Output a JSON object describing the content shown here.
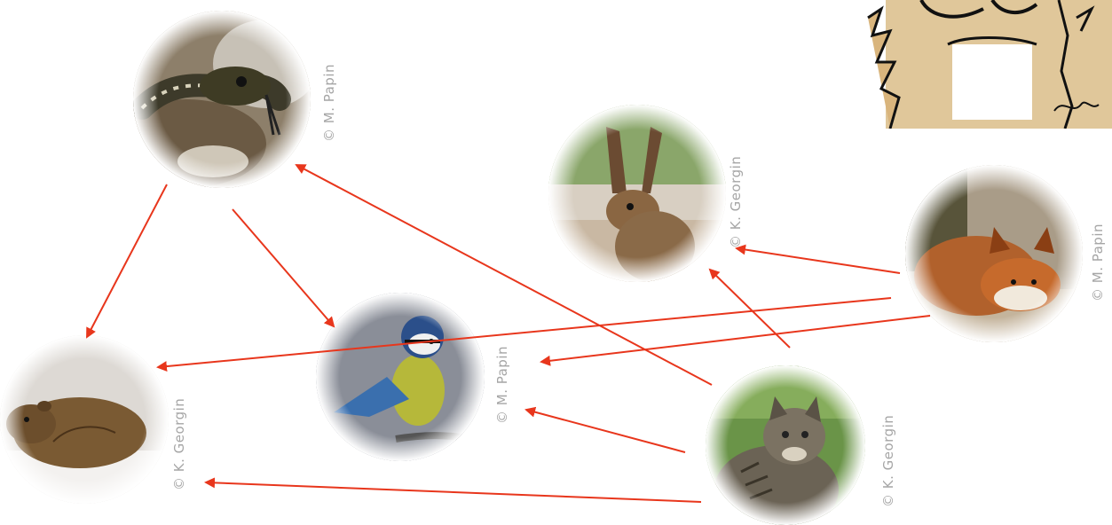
{
  "animals": [
    {
      "id": "snake",
      "icon": "snake-photo",
      "credit": "© M. Papin"
    },
    {
      "id": "hare",
      "icon": "hare-photo",
      "credit": "© K. Georgin"
    },
    {
      "id": "fox",
      "icon": "fox-photo",
      "credit": "© M. Papin"
    },
    {
      "id": "tit",
      "icon": "blue-tit-photo",
      "credit": "© M. Papin"
    },
    {
      "id": "vole",
      "icon": "vole-photo",
      "credit": "© K. Georgin"
    },
    {
      "id": "wildcat",
      "icon": "wildcat-photo",
      "credit": "© K. Georgin"
    }
  ],
  "drawing": {
    "icon": "cartoon-animal-drawing",
    "signature": "Kium"
  },
  "arrow_color": "#e8361c",
  "links": [
    {
      "from": "snake",
      "to": "vole"
    },
    {
      "from": "snake",
      "to": "tit"
    },
    {
      "from": "fox",
      "to": "hare"
    },
    {
      "from": "fox",
      "to": "vole"
    },
    {
      "from": "fox",
      "to": "tit"
    },
    {
      "from": "wildcat",
      "to": "snake"
    },
    {
      "from": "wildcat",
      "to": "hare"
    },
    {
      "from": "wildcat",
      "to": "tit"
    },
    {
      "from": "wildcat",
      "to": "vole"
    }
  ]
}
